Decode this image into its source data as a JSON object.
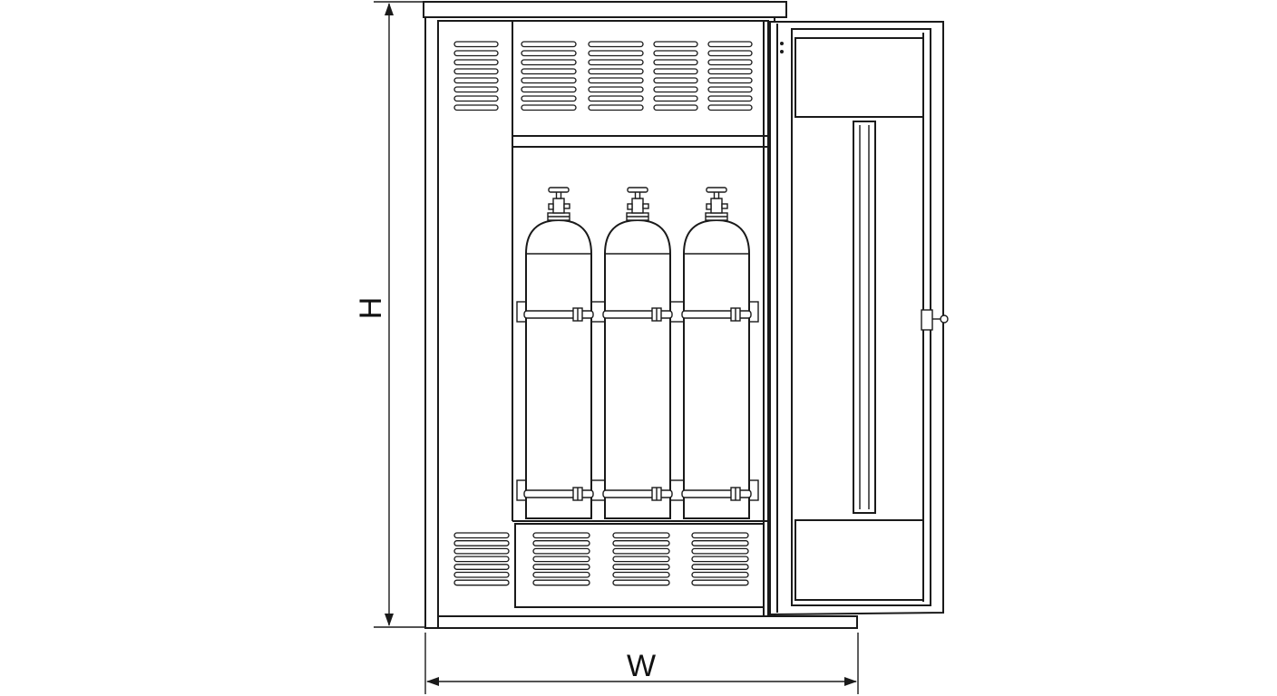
{
  "dimensions": {
    "height_label": "H",
    "width_label": "W"
  },
  "cabinet": {
    "cylinder_count": 3,
    "door_state": "open",
    "strap_rows": 2
  },
  "colors": {
    "line": "#1a1a1a",
    "background": "#ffffff"
  }
}
